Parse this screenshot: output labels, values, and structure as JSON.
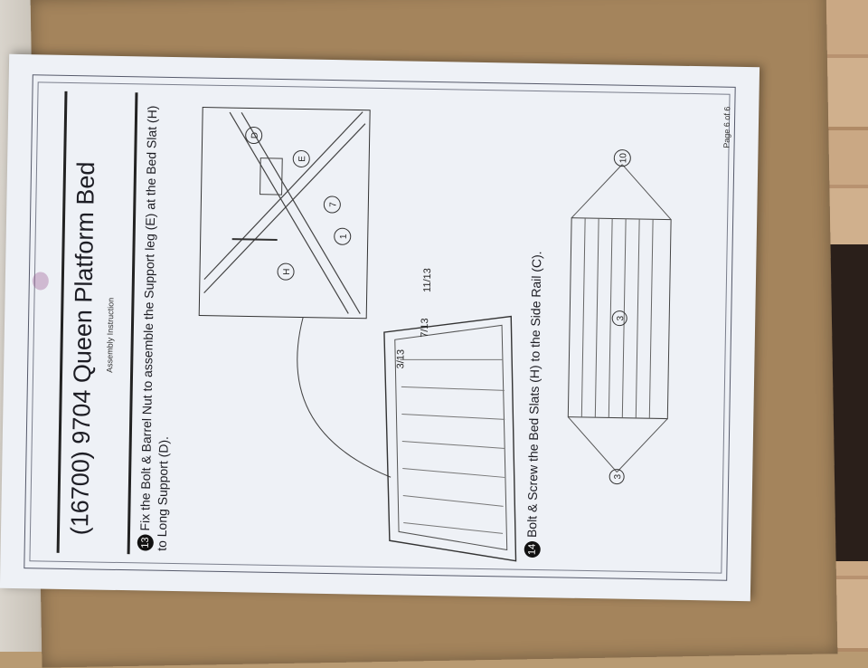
{
  "document": {
    "title": "(16700) 9704 Queen Platform Bed",
    "subtitle": "Assembly Instruction",
    "page": "Page 6 of 6"
  },
  "steps": [
    {
      "number": "13",
      "text": "Fix the Bolt & Barrel Nut to assemble the Support leg (E) at the Bed Slat (H) to Long Support (D)."
    },
    {
      "number": "14",
      "text": "Bolt & Screw the Bed Slats (H) to the Side Rail (C)."
    }
  ],
  "detail_callouts": [
    "1",
    "H",
    "D",
    "E",
    "7"
  ],
  "frame_callouts": [
    "3/13",
    "7/13",
    "11/13"
  ],
  "slat_callouts": [
    "3",
    "3",
    "10"
  ]
}
